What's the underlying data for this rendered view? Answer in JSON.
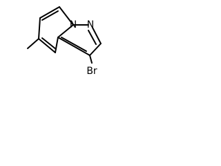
{
  "molecule": {
    "atoms": {
      "n1": "N",
      "n2": "N",
      "br": "Br"
    },
    "colors": {
      "bond": "#000000",
      "label": "#000000",
      "background": "#ffffff"
    }
  }
}
